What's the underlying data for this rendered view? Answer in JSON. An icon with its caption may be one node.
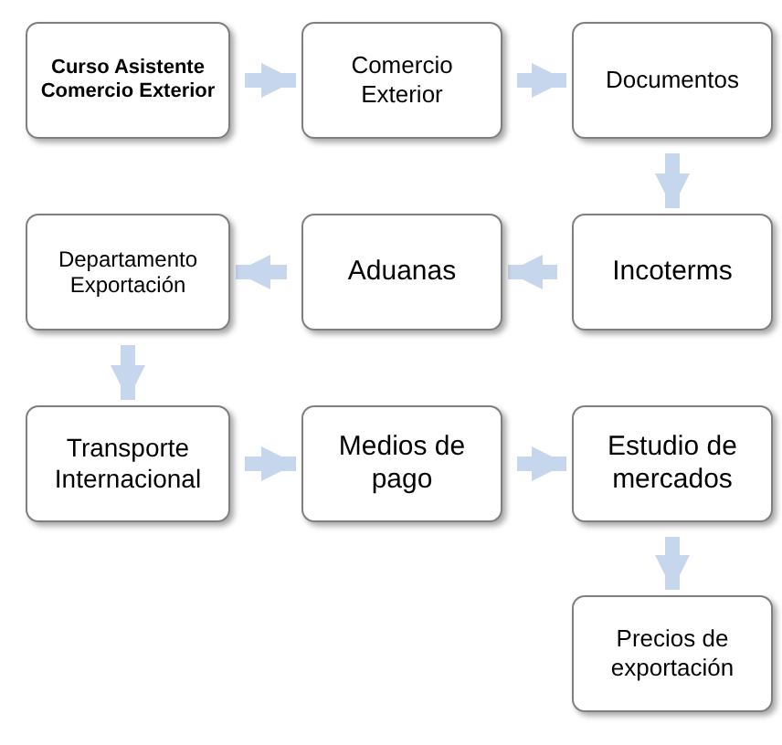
{
  "diagram": {
    "nodes": [
      {
        "text": [
          "Curso Asistente Comercio Exterior"
        ]
      },
      {
        "text": [
          "Comercio Exterior"
        ]
      },
      {
        "text": [
          "Documentos"
        ]
      },
      {
        "text": [
          "Incoterms"
        ]
      },
      {
        "text": [
          "Aduanas"
        ]
      },
      {
        "text": [
          "Departamento Exportación"
        ]
      },
      {
        "text": [
          "Transporte Internacional"
        ]
      },
      {
        "text": [
          "Medios de pago"
        ]
      },
      {
        "text": [
          "Estudio de mercados"
        ]
      },
      {
        "text": [
          "Precios de exportación"
        ]
      }
    ],
    "edges": [
      {
        "from": 0,
        "to": 1,
        "arrow": "to"
      },
      {
        "from": 1,
        "to": 2,
        "arrow": "to"
      },
      {
        "from": 2,
        "to": 3,
        "arrow": "to"
      },
      {
        "from": 3,
        "to": 4,
        "arrow": "to"
      },
      {
        "from": 4,
        "to": 5,
        "arrow": "to"
      },
      {
        "from": 5,
        "to": 6,
        "arrow": "to"
      },
      {
        "from": 6,
        "to": 7,
        "arrow": "to"
      },
      {
        "from": 7,
        "to": 8,
        "arrow": "to"
      },
      {
        "from": 8,
        "to": 9,
        "arrow": "to"
      }
    ]
  }
}
